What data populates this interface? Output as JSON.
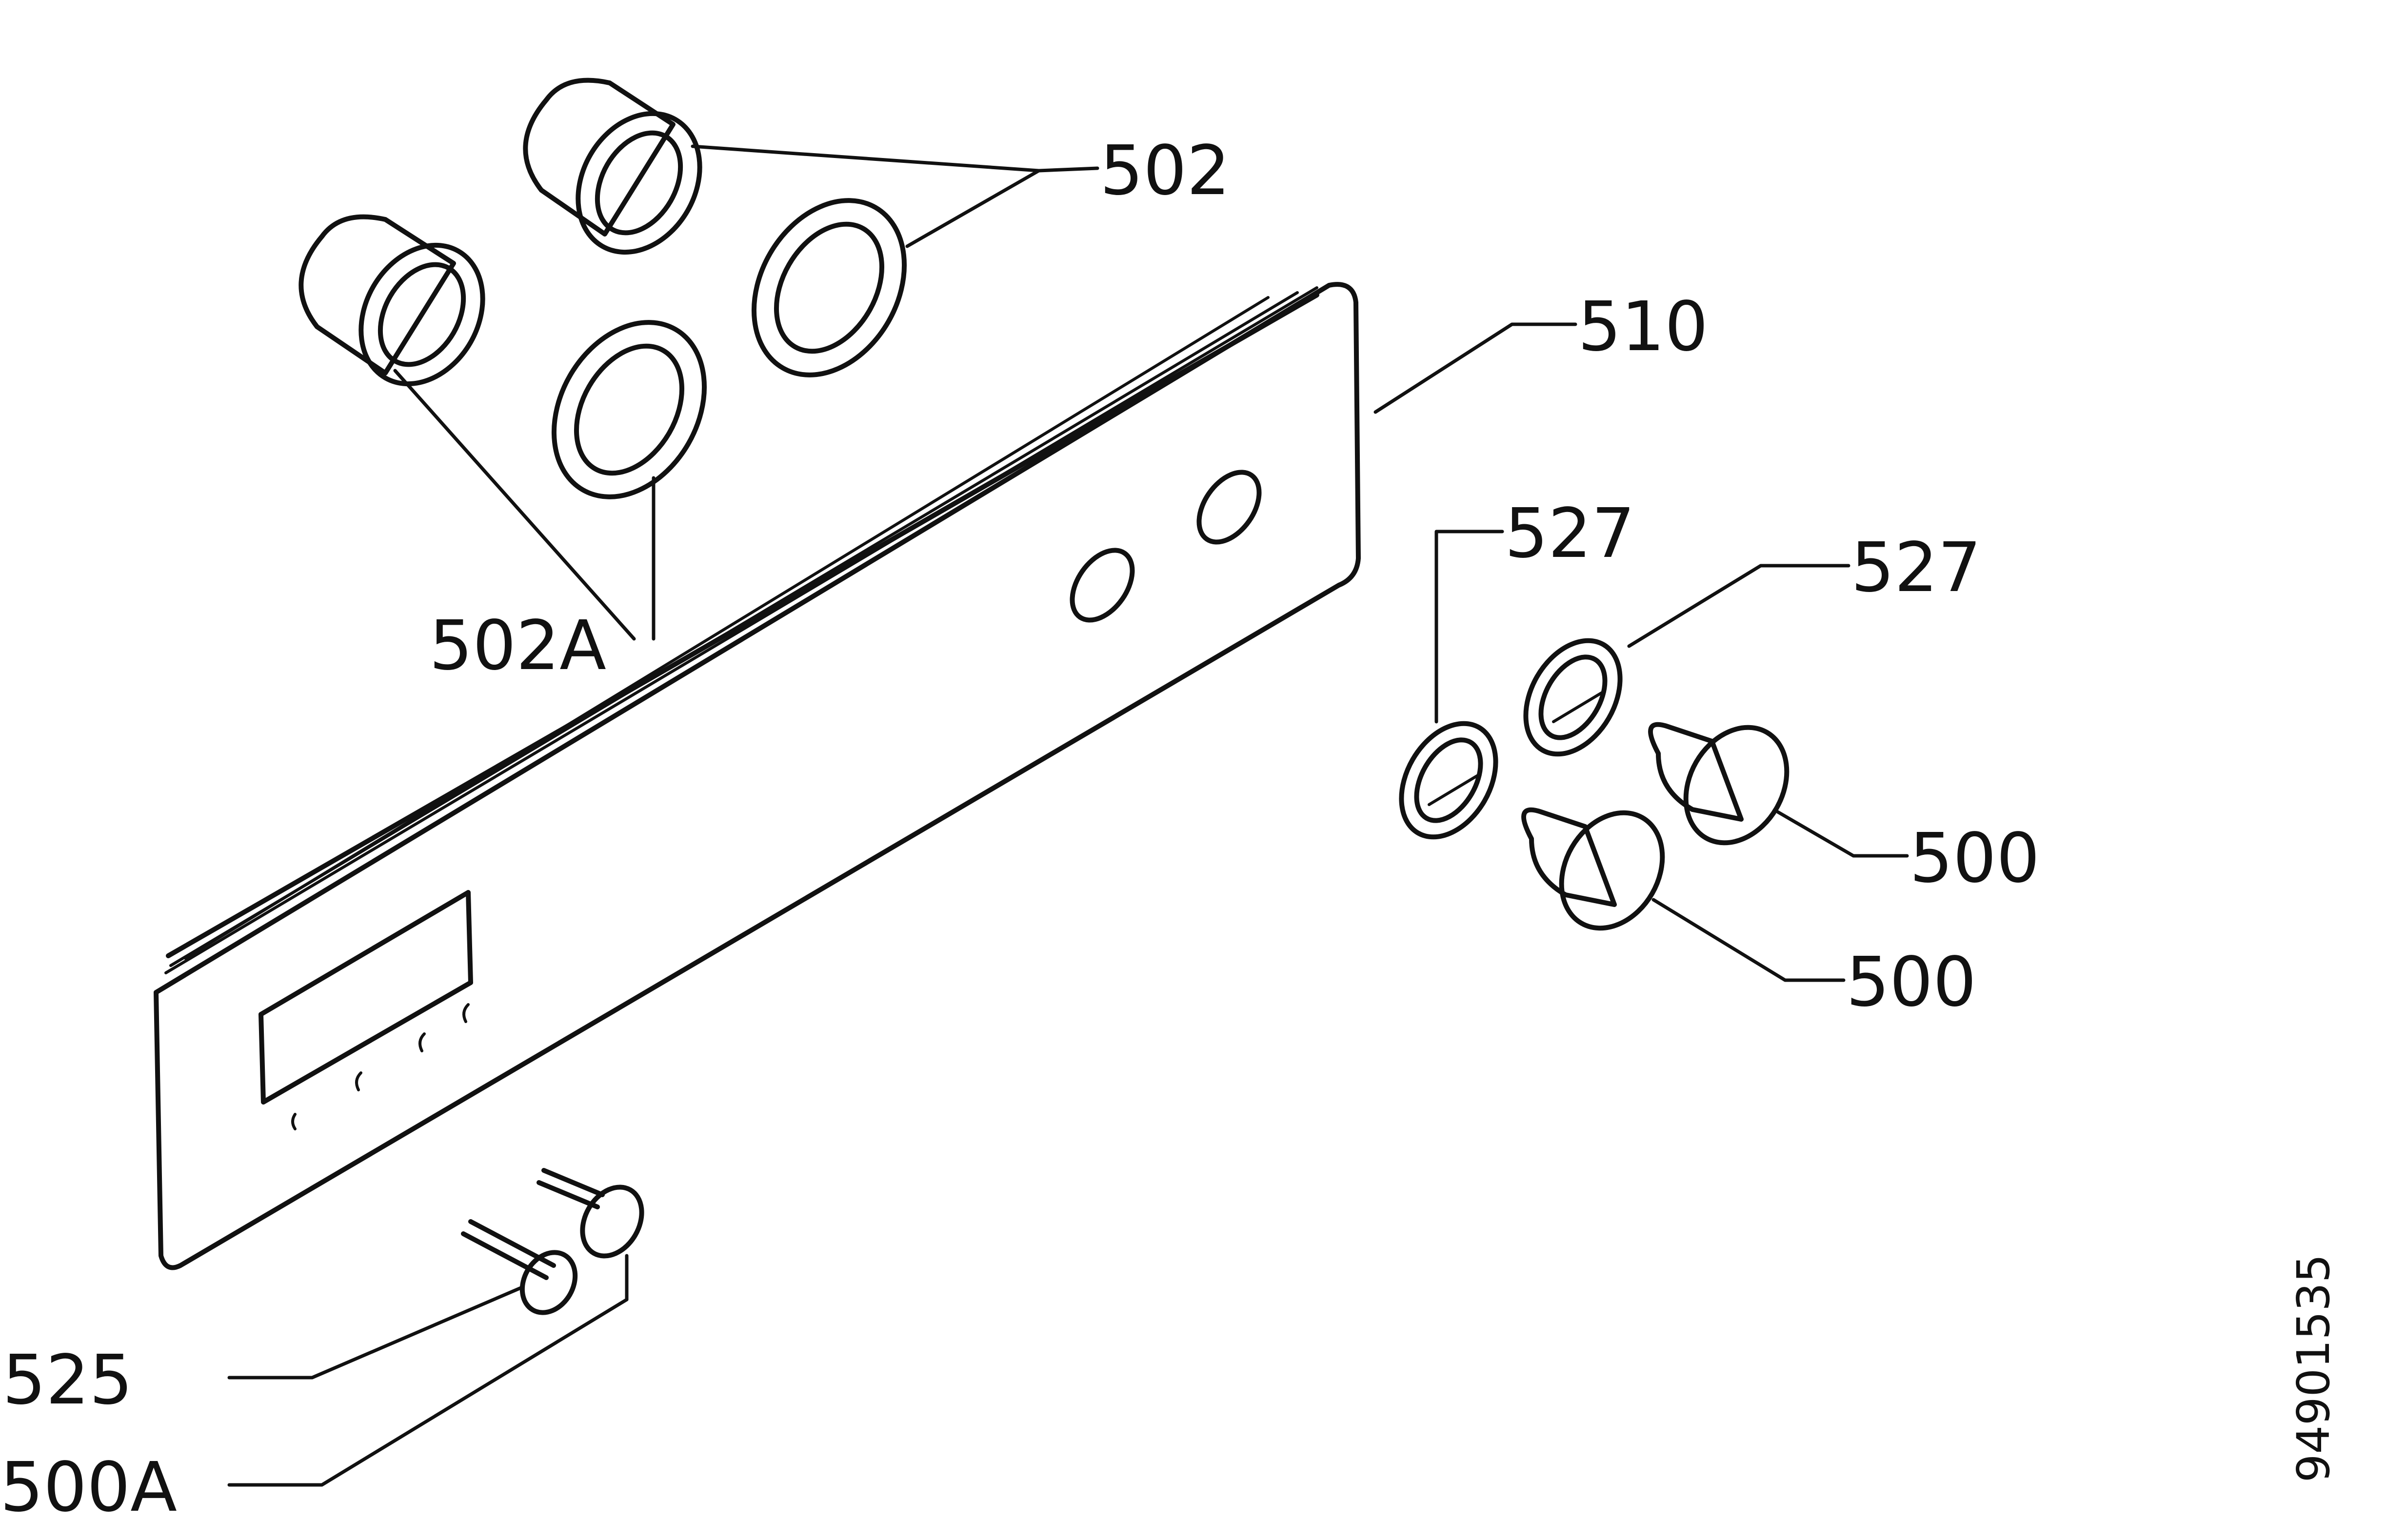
{
  "labels": {
    "l502": "502",
    "l502a": "502A",
    "l510": "510",
    "l527a": "527",
    "l527b": "527",
    "l500a": "500",
    "l500b": "500",
    "l525": "525",
    "l500A": "500A"
  },
  "drawing_code": "94901535"
}
